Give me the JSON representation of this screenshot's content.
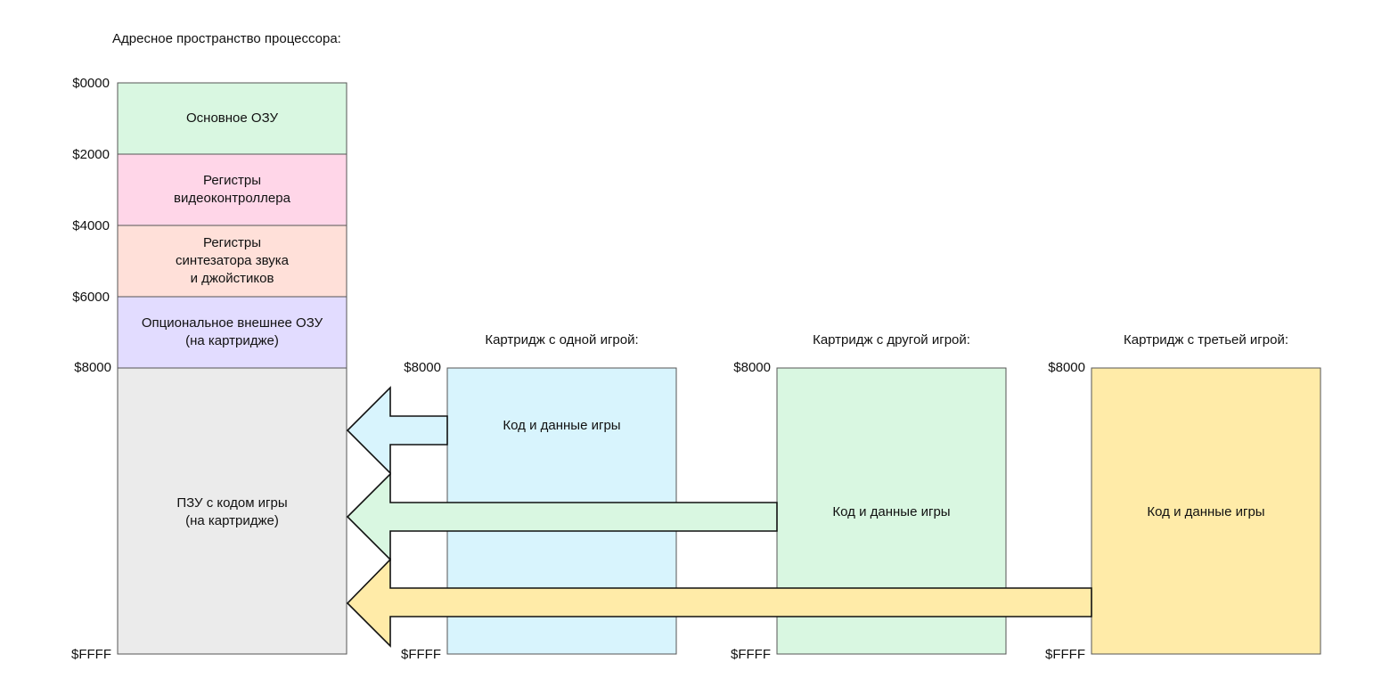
{
  "title": "Адресное пространство процессора:",
  "address_map": {
    "labels": [
      "$0000",
      "$2000",
      "$4000",
      "$6000",
      "$8000",
      "$FFFF"
    ],
    "blocks": [
      {
        "name": "main-ram",
        "text": "Основное ОЗУ",
        "color": "#d9f7e1"
      },
      {
        "name": "ppu-registers",
        "text": "Регистры\nвидеоконтроллера",
        "color": "#ffd6e8"
      },
      {
        "name": "apu-registers",
        "text": "Регистры\nсинтезатора звука\nи джойстиков",
        "color": "#ffe0d9"
      },
      {
        "name": "external-ram",
        "text": "Опциональное внешнее ОЗУ\n(на картридже)",
        "color": "#e2dcff"
      },
      {
        "name": "rom",
        "text": "ПЗУ с кодом игры\n(на картридже)",
        "color": "#ebebeb"
      }
    ]
  },
  "cartridges": [
    {
      "caption": "Картридж с одной игрой:",
      "start": "$8000",
      "end": "$FFFF",
      "text": "Код и данные игры",
      "color": "#d8f4fd"
    },
    {
      "caption": "Картридж с другой игрой:",
      "start": "$8000",
      "end": "$FFFF",
      "text": "Код и данные игры",
      "color": "#d9f7e1"
    },
    {
      "caption": "Картридж с третьей игрой:",
      "start": "$8000",
      "end": "$FFFF",
      "text": "Код и данные игры",
      "color": "#ffeba8"
    }
  ]
}
